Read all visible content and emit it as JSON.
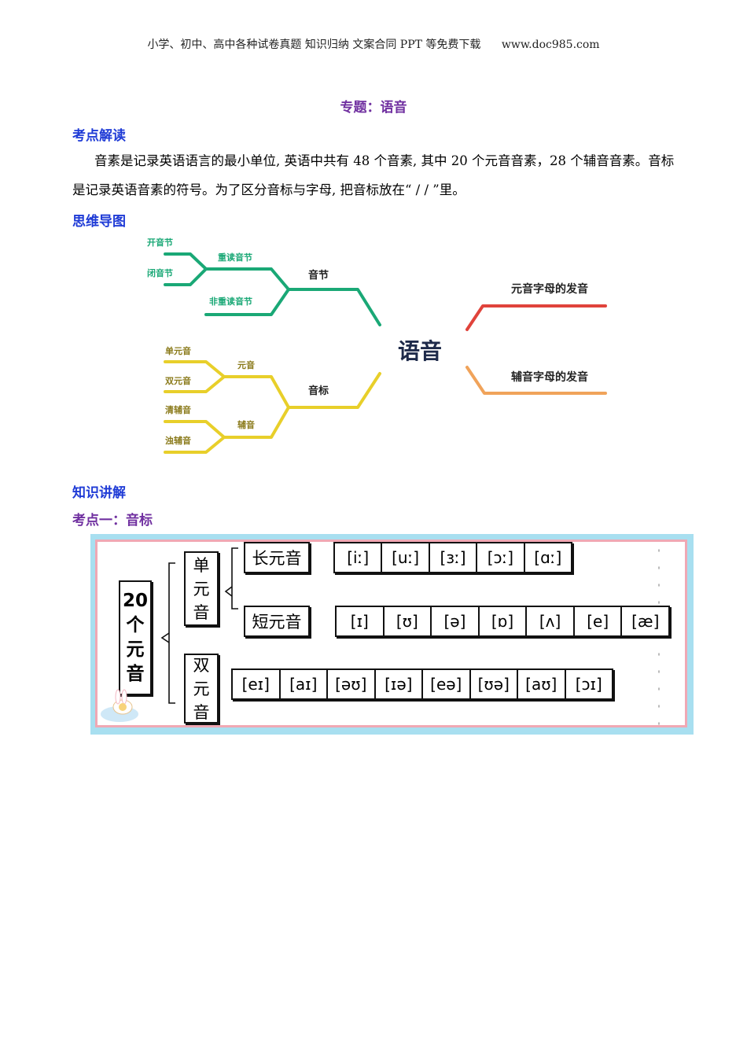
{
  "header": {
    "left": "小学、初中、高中各种试卷真题 知识归纳 文案合同 PPT 等免费下载",
    "site": "www.doc985.com"
  },
  "title": "专题：语音",
  "sections": {
    "kaodian": "考点解读",
    "mindmap": "思维导图",
    "zhishi": "知识讲解",
    "kaodian1": "考点一：音标"
  },
  "paragraph": "音素是记录英语语言的最小单位, 英语中共有 48 个音素, 其中 20 个元音音素，28 个辅音音素。音标是记录英语音素的符号。为了区分音标与字母, 把音标放在“ / / ”里。",
  "mindmap": {
    "center": "语音",
    "syllable": "音节",
    "stressed": "重读音节",
    "unstressed": "非重读音节",
    "open": "开音节",
    "closed": "闭音节",
    "phonetic": "音标",
    "vowel": "元音",
    "consonant": "辅音",
    "mono": "单元音",
    "diph": "双元音",
    "voiceless": "清辅音",
    "voiced": "浊辅音",
    "vowel_letters": "元音字母的发音",
    "consonant_letters": "辅音字母的发音",
    "colors": {
      "green": "#1aa876",
      "yellow": "#e8cf2a",
      "red": "#e0433b",
      "orange": "#f0a35a"
    }
  },
  "vowel_chart": {
    "main": [
      "20",
      "个",
      "元",
      "音"
    ],
    "mono": [
      "单",
      "元",
      "音"
    ],
    "diph": [
      "双",
      "元",
      "音"
    ],
    "long_label": "长元音",
    "short_label": "短元音",
    "long": [
      "[iː]",
      "[uː]",
      "[ɜː]",
      "[ɔː]",
      "[ɑː]"
    ],
    "short": [
      "[ɪ]",
      "[ʊ]",
      "[ə]",
      "[ɒ]",
      "[ʌ]",
      "[e]",
      "[æ]"
    ],
    "diphthongs": [
      "[eɪ]",
      "[aɪ]",
      "[əʊ]",
      "[ɪə]",
      "[eə]",
      "[ʊə]",
      "[aʊ]",
      "[ɔɪ]"
    ]
  }
}
